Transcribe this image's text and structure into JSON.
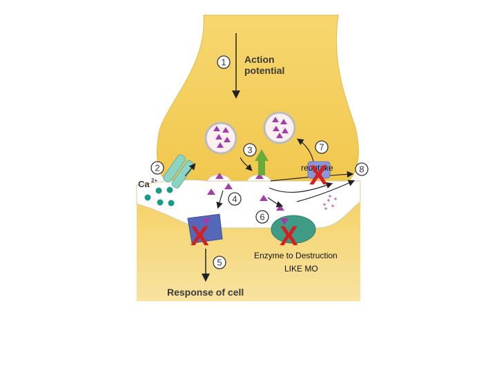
{
  "labels": {
    "action_potential_line1": "Action",
    "action_potential_line2": "potential",
    "calcium": "Ca",
    "calcium_charge": "2+",
    "response": "Response of cell",
    "reuptake": "reuptake",
    "enzyme_line1": "Enzyme to Destruction",
    "enzyme_line2": "LIKE MO",
    "x_mark": "X"
  },
  "steps": [
    "1",
    "2",
    "3",
    "4",
    "5",
    "6",
    "7",
    "8"
  ],
  "colors": {
    "axon": "#f3cf5a",
    "axon_light": "#f8e4a0",
    "cleft": "#ffffff",
    "transmitter": "#a23fa6",
    "receptor": "#5568b8",
    "enzyme": "#3e9c86",
    "channel": "#8ed4c4",
    "calcium_ion": "#1a9a86",
    "block_x": "#d42020",
    "release_arrow": "#6aaa3a"
  }
}
